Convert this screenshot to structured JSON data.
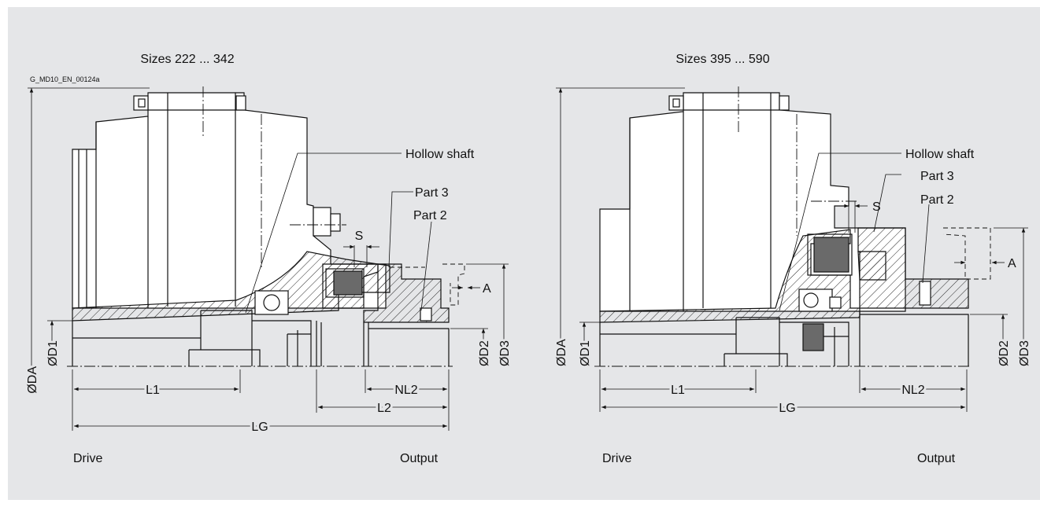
{
  "figure_id": "G_MD10_EN_00124a",
  "left": {
    "title": "Sizes 222 ... 342",
    "hollow_shaft": "Hollow shaft",
    "part3": "Part 3",
    "part2": "Part 2",
    "dim_s": "S",
    "dim_a": "A",
    "dim_da": "ØDA",
    "dim_d1": "ØD1",
    "dim_d2": "ØD2",
    "dim_d3": "ØD3",
    "dim_l1": "L1",
    "dim_nl2": "NL2",
    "dim_l2": "L2",
    "dim_lg": "LG",
    "drive": "Drive",
    "output": "Output"
  },
  "right": {
    "title": "Sizes 395 ... 590",
    "hollow_shaft": "Hollow shaft",
    "part3": "Part 3",
    "part2": "Part 2",
    "dim_s": "S",
    "dim_a": "A",
    "dim_da": "ØDA",
    "dim_d1": "ØD1",
    "dim_d2": "ØD2",
    "dim_d3": "ØD3",
    "dim_l1": "L1",
    "dim_nl2": "NL2",
    "dim_lg": "LG",
    "drive": "Drive",
    "output": "Output"
  }
}
